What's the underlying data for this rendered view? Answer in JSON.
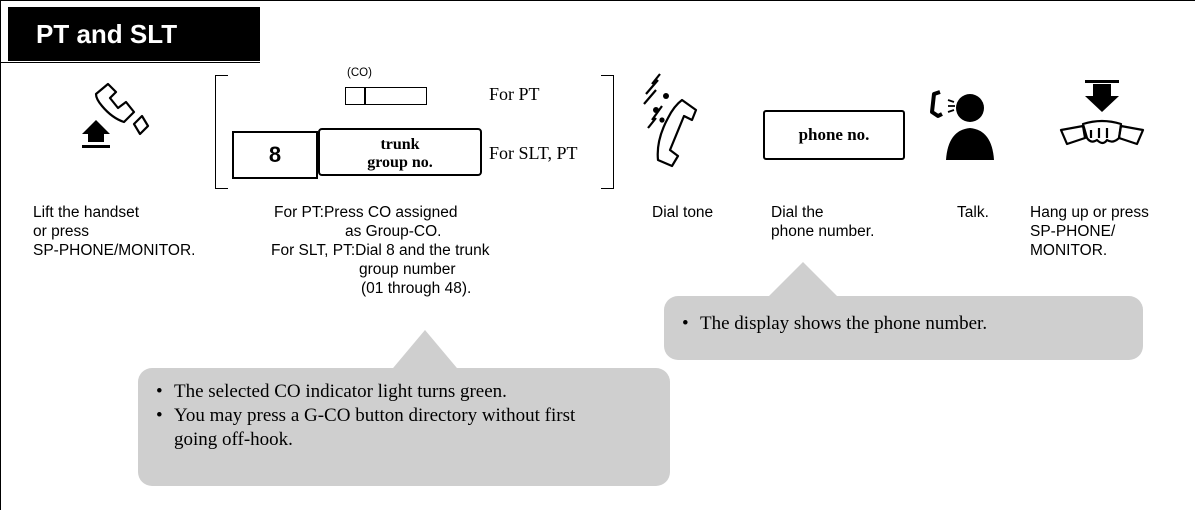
{
  "title": "PT and SLT",
  "co_label": "(CO)",
  "for_pt": "For PT",
  "key_8": "8",
  "trunk_line1": "trunk",
  "trunk_line2": "group no.",
  "for_slt_pt": "For SLT, PT",
  "phone_box": "phone no.",
  "captions": {
    "lift": [
      "Lift the handset",
      "or press",
      "SP-PHONE/MONITOR."
    ],
    "pt_line1": "For PT:Press CO assigned",
    "pt_line2": "as Group-CO.",
    "slt_line1": "For SLT, PT:Dial 8 and the trunk",
    "slt_line2": "group number",
    "slt_line3": "(01 through 48).",
    "dial_tone": "Dial tone",
    "dial_phone": [
      "Dial the",
      "phone number."
    ],
    "talk": "Talk.",
    "hangup": [
      "Hang up or press",
      "SP-PHONE/",
      "MONITOR."
    ]
  },
  "callout_display": [
    "The display shows the phone number."
  ],
  "callout_co": [
    "The selected CO indicator light turns green.",
    "You may press a G-CO button directory without first going off-hook."
  ]
}
